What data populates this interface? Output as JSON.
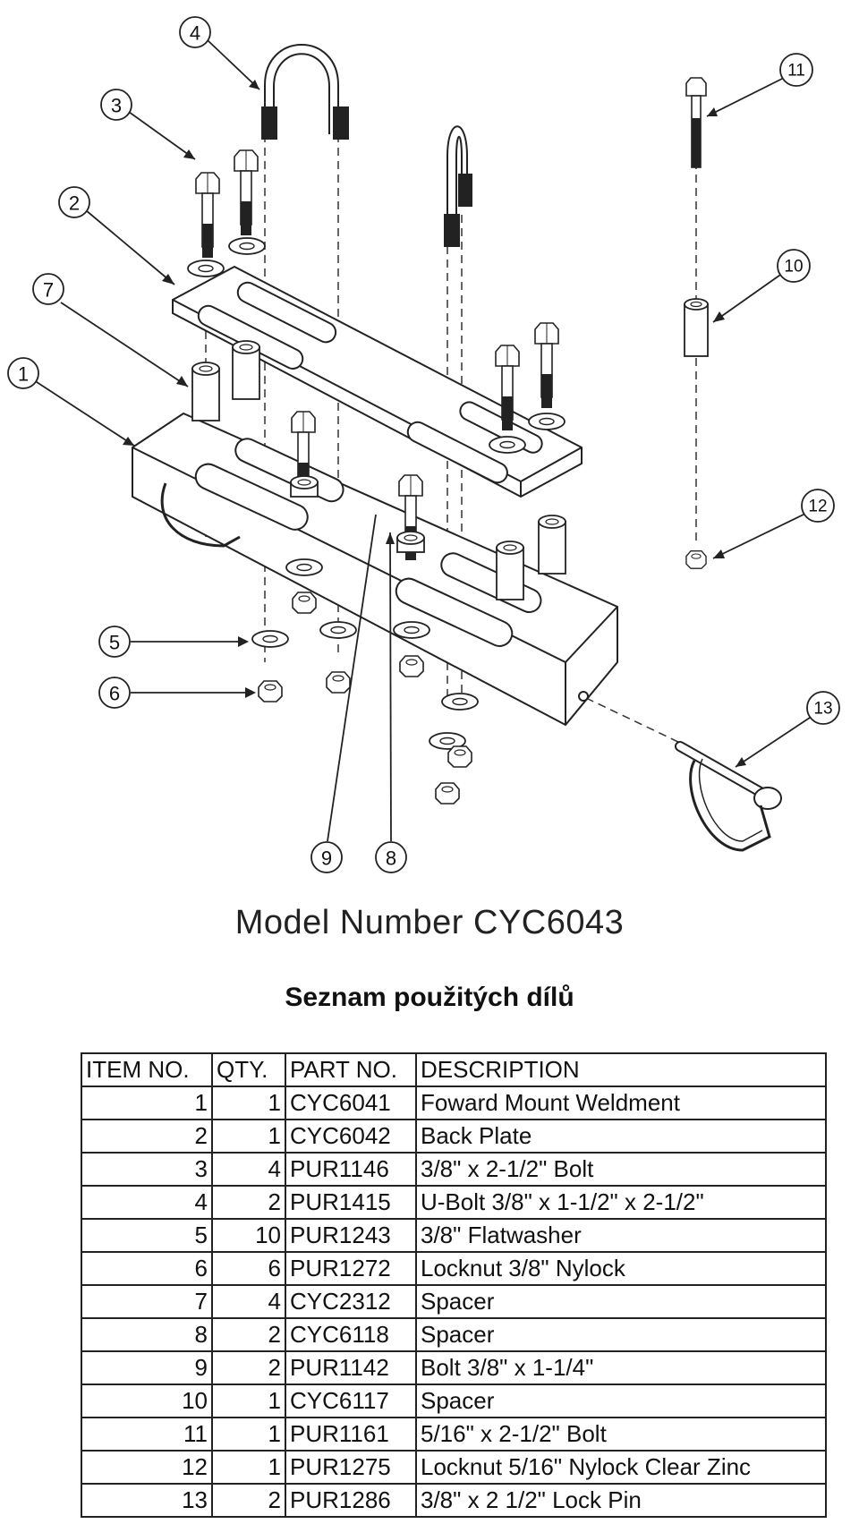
{
  "callouts": [
    "1",
    "2",
    "3",
    "4",
    "5",
    "6",
    "7",
    "8",
    "9",
    "10",
    "11",
    "12",
    "13"
  ],
  "model_title": "Model Number CYC6043",
  "parts_heading": "Seznam použitých dílů",
  "table": {
    "headers": [
      "ITEM NO.",
      "QTY.",
      "PART NO.",
      "DESCRIPTION"
    ],
    "rows": [
      {
        "item": "1",
        "qty": "1",
        "part": "CYC6041",
        "desc": "Foward Mount Weldment"
      },
      {
        "item": "2",
        "qty": "1",
        "part": "CYC6042",
        "desc": "Back Plate"
      },
      {
        "item": "3",
        "qty": "4",
        "part": "PUR1146",
        "desc": "3/8\" x 2-1/2\" Bolt"
      },
      {
        "item": "4",
        "qty": "2",
        "part": "PUR1415",
        "desc": "U-Bolt 3/8\" x 1-1/2\" x 2-1/2\""
      },
      {
        "item": "5",
        "qty": "10",
        "part": "PUR1243",
        "desc": "3/8\" Flatwasher"
      },
      {
        "item": "6",
        "qty": "6",
        "part": "PUR1272",
        "desc": "Locknut 3/8\" Nylock"
      },
      {
        "item": "7",
        "qty": "4",
        "part": "CYC2312",
        "desc": "Spacer"
      },
      {
        "item": "8",
        "qty": "2",
        "part": "CYC6118",
        "desc": "Spacer"
      },
      {
        "item": "9",
        "qty": "2",
        "part": "PUR1142",
        "desc": "Bolt 3/8\" x 1-1/4\""
      },
      {
        "item": "10",
        "qty": "1",
        "part": "CYC6117",
        "desc": "Spacer"
      },
      {
        "item": "11",
        "qty": "1",
        "part": "PUR1161",
        "desc": "5/16\" x 2-1/2\" Bolt"
      },
      {
        "item": "12",
        "qty": "1",
        "part": "PUR1275",
        "desc": "Locknut 5/16\" Nylock Clear Zinc"
      },
      {
        "item": "13",
        "qty": "2",
        "part": "PUR1286",
        "desc": "3/8\" x 2 1/2\" Lock Pin"
      }
    ]
  }
}
